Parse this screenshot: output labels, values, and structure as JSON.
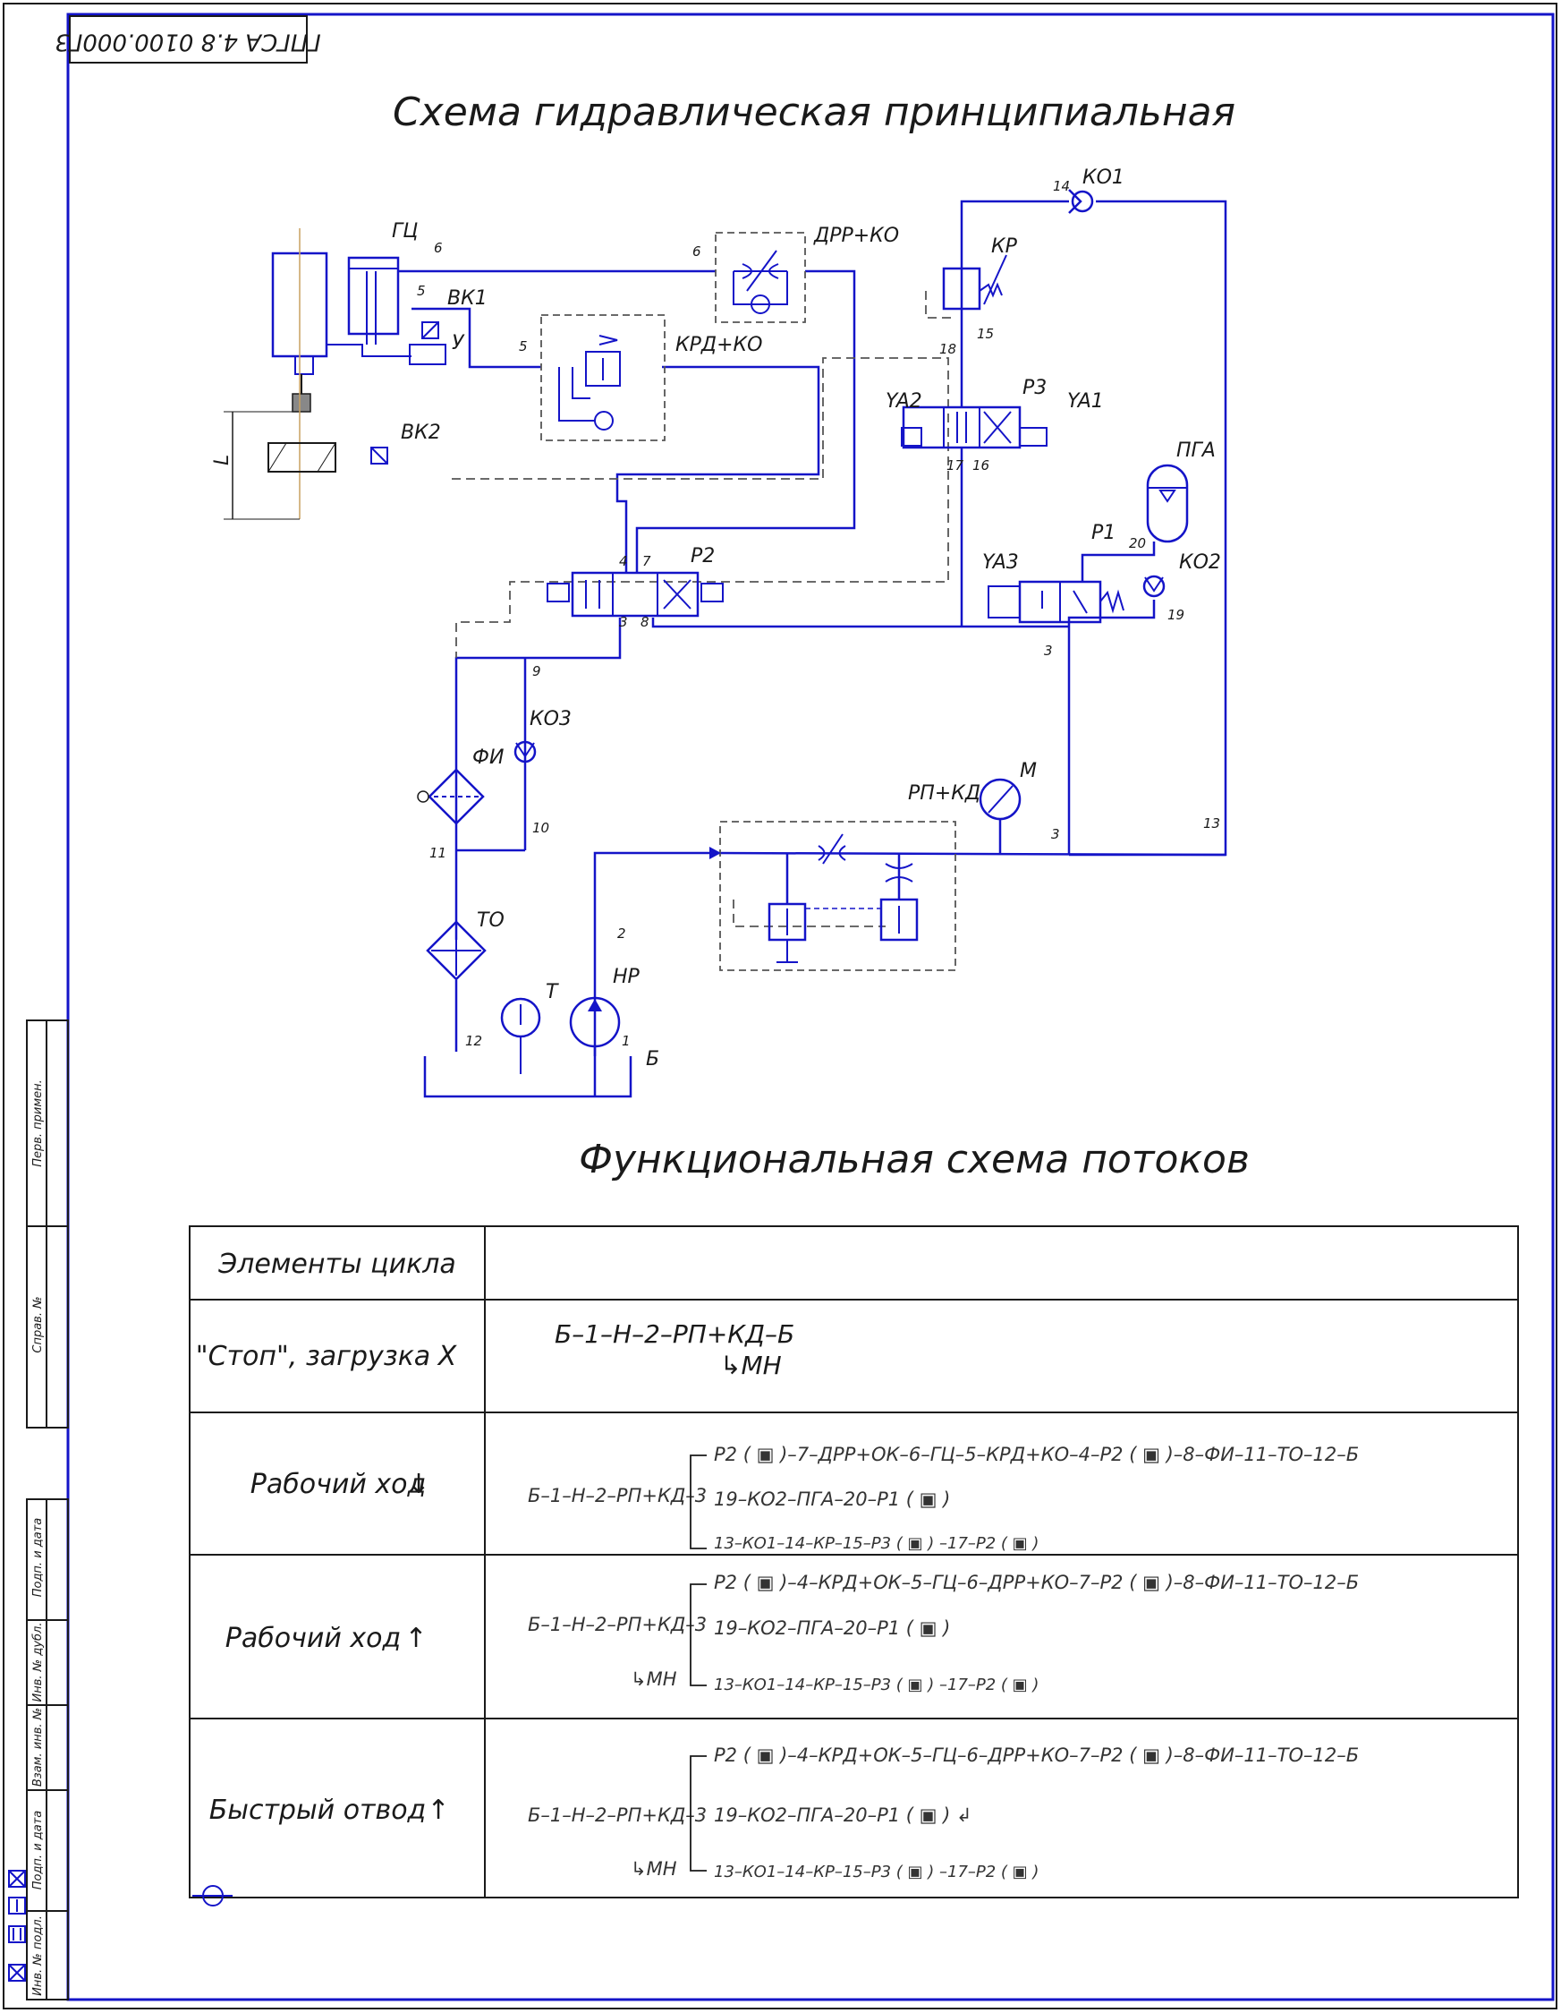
{
  "stamp": "ГПГСА 4.8 0100.000Г3",
  "title_main": "Схема гидравлическая принципиальная",
  "title_flows": "Функциональная схема потоков",
  "colors": {
    "line": "#1414c8",
    "frame": "#1a1a1a",
    "dash": "#555555"
  },
  "side_labels": [
    "Перв. примен.",
    "Справ. №",
    "Подп. и дата",
    "Инв. № дубл.",
    "Взам. инв. №",
    "Подп. и дата",
    "Инв. № подл."
  ],
  "components": {
    "gc": "ГЦ",
    "vk1": "ВК1",
    "vk2": "ВК2",
    "u": "У",
    "l": "L",
    "drr": "ДРР+КО",
    "krd": "КРД+КО",
    "ko1": "КО1",
    "kr": "КР",
    "ya2": "YA2",
    "p3": "Р3",
    "ya1": "YA1",
    "pga": "ПГА",
    "ya3": "YA3",
    "p1": "Р1",
    "ko2": "КО2",
    "p2": "Р2",
    "ko3": "КО3",
    "fi": "ФИ",
    "rpkd": "РП+КД",
    "m": "М",
    "to": "ТО",
    "t": "Т",
    "np": "НР",
    "b": "Б"
  },
  "line_numbers": [
    "6",
    "5",
    "6",
    "5",
    "14",
    "15",
    "18",
    "17",
    "16",
    "20",
    "19",
    "4",
    "7",
    "3",
    "8",
    "9",
    "3",
    "10",
    "11",
    "3",
    "13",
    "2",
    "12",
    "1"
  ],
  "table": {
    "header": "Элементы цикла",
    "rows": [
      {
        "name": "\"Стоп\", загрузка",
        "symbol": "X",
        "main": "Б–1–Н–2–РП+КД–Б",
        "sub": "↳МН"
      },
      {
        "name": "Рабочий ход",
        "symbol": "↓",
        "root": "Б–1–Н–2–РП+КД–3",
        "branches": [
          "Р2 ( ▣ )–7–ДРР+ОК–6–ГЦ–5–КРД+КО–4–Р2 ( ▣ )–8–ФИ–11–ТО–12–Б",
          "19–КО2–ПГА–20–Р1 ( ▣ )",
          "13–КО1–14–КР–15–Р3 ( ▣ ) –17–Р2 ( ▣ )"
        ]
      },
      {
        "name": "Рабочий ход",
        "symbol": "↑",
        "root": "Б–1–Н–2–РП+КД–3",
        "mn": "↳МН",
        "branches": [
          "Р2 ( ▣ )–4–КРД+ОК–5–ГЦ–6–ДРР+КО–7–Р2 ( ▣ )–8–ФИ–11–ТО–12–Б",
          "19–КО2–ПГА–20–Р1 ( ▣ )",
          "13–КО1–14–КР–15–Р3 ( ▣ ) –17–Р2 ( ▣ )"
        ]
      },
      {
        "name": "Быстрый отвод",
        "symbol": "↑",
        "root": "Б–1–Н–2–РП+КД–3",
        "mn": "↳МН",
        "branches": [
          "Р2 ( ▣ )–4–КРД+ОК–5–ГЦ–6–ДРР+КО–7–Р2 ( ▣ )–8–ФИ–11–ТО–12–Б",
          "19–КО2–ПГА–20–Р1 ( ▣ ) ↲",
          "13–КО1–14–КР–15–Р3 ( ▣ ) –17–Р2 ( ▣ )"
        ]
      }
    ]
  }
}
